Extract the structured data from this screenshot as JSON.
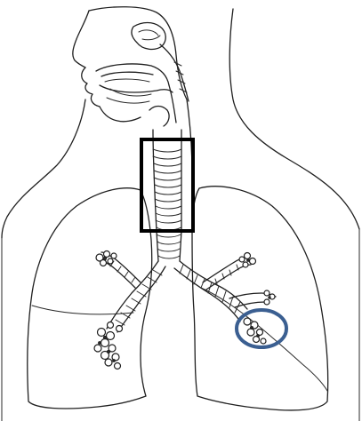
{
  "diagram": {
    "subject": "respiratory-system",
    "highlights": {
      "trachea_box": {
        "shape": "rectangle",
        "color": "#000000"
      },
      "alveoli_circle": {
        "shape": "ellipse",
        "color": "#3b5f91"
      }
    }
  }
}
